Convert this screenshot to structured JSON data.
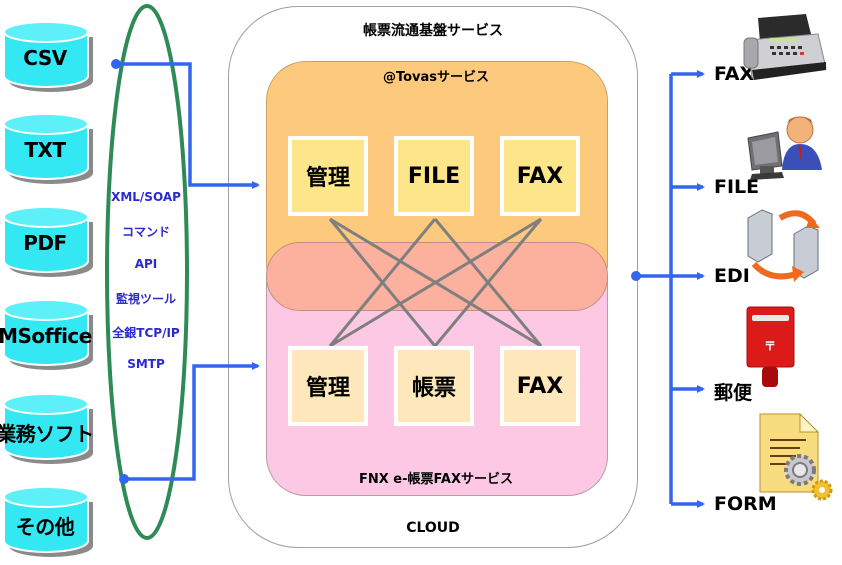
{
  "sources": [
    {
      "label": "CSV"
    },
    {
      "label": "TXT"
    },
    {
      "label": "PDF"
    },
    {
      "label": "MSoffice"
    },
    {
      "label": "業務ソフト"
    },
    {
      "label": "その他"
    }
  ],
  "protocols": [
    "XML/SOAP",
    "コマンド",
    "API",
    "監視ツール",
    "全銀TCP/IP",
    "SMTP"
  ],
  "cloud": {
    "title": "帳票流通基盤サービス",
    "footer": "CLOUD",
    "tovas": {
      "title": "@Tovasサービス",
      "boxes": [
        "管理",
        "FILE",
        "FAX"
      ]
    },
    "fnx": {
      "title": "FNX e-帳票FAXサービス",
      "boxes": [
        "管理",
        "帳票",
        "FAX"
      ]
    }
  },
  "outputs": [
    {
      "label": "FAX",
      "icon": "fax-machine-icon"
    },
    {
      "label": "FILE",
      "icon": "user-computer-icon"
    },
    {
      "label": "EDI",
      "icon": "server-exchange-icon"
    },
    {
      "label": "郵便",
      "icon": "mailbox-icon"
    },
    {
      "label": "FORM",
      "icon": "document-gear-icon"
    }
  ],
  "colors": {
    "cylinder": "#33e8f2",
    "arrow": "#3366ee",
    "ellipse": "#2e8b57",
    "tovas": "#fdc97c",
    "fnx": "#fdc8e3",
    "overlap": "#fcb09e",
    "protocol_text": "#2a2ad0"
  }
}
